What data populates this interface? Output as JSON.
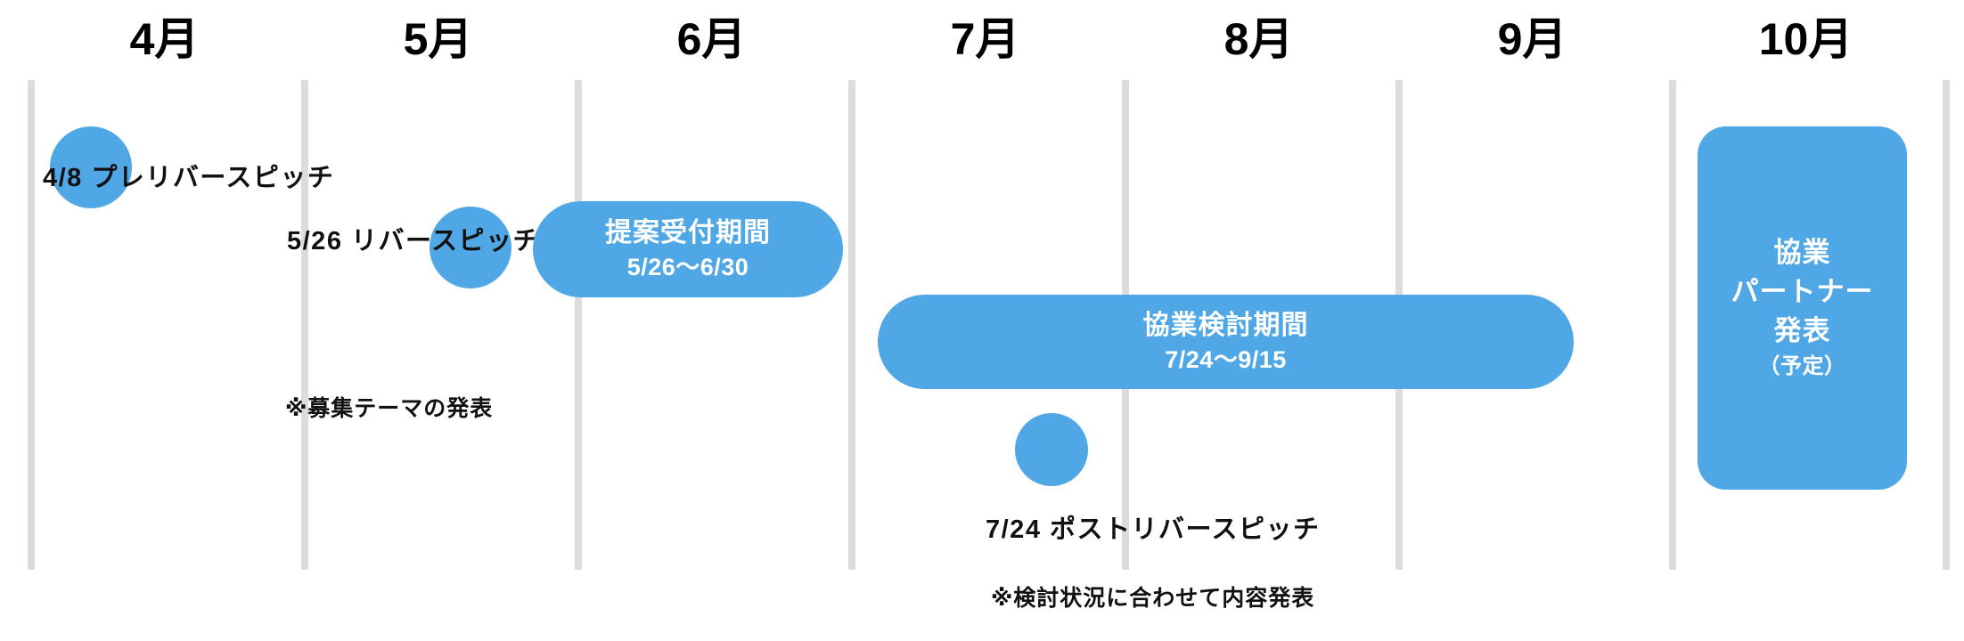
{
  "theme": {
    "accent_color": "#4FA8E5",
    "gridline_color": "#dcdcdc",
    "text_color": "#111111",
    "background_color": "#ffffff"
  },
  "timeline": {
    "months": [
      {
        "label": "4月"
      },
      {
        "label": "5月"
      },
      {
        "label": "6月"
      },
      {
        "label": "7月"
      },
      {
        "label": "8月"
      },
      {
        "label": "9月"
      },
      {
        "label": "10月"
      }
    ],
    "milestones": [
      {
        "id": "pre-reverse-pitch",
        "marker": "dot",
        "caption": "4/8 プレリバースピッチ",
        "note": ""
      },
      {
        "id": "reverse-pitch",
        "marker": "dot",
        "caption": "5/26 リバースピッチ",
        "note": "※募集テーマの発表"
      },
      {
        "id": "post-reverse-pitch",
        "marker": "dot",
        "caption": "7/24 ポストリバースピッチ",
        "note": "※検討状況に合わせて内容発表"
      }
    ],
    "periods": [
      {
        "id": "proposal-acceptance",
        "title": "提案受付期間",
        "range": "5/26〜6/30"
      },
      {
        "id": "collaboration-review",
        "title": "協業検討期間",
        "range": "7/24〜9/15"
      }
    ],
    "announcement": {
      "id": "partner-announcement",
      "line1": "協業",
      "line2": "パートナー",
      "line3": "発表",
      "sub": "（予定）"
    }
  },
  "chart_data": {
    "type": "timeline",
    "title": "",
    "xlabel": "",
    "axis_ticks": [
      "4月",
      "5月",
      "6月",
      "7月",
      "8月",
      "9月",
      "10月"
    ],
    "grid": true,
    "events": [
      {
        "name": "プレリバースピッチ",
        "date": "4/8",
        "kind": "point"
      },
      {
        "name": "リバースピッチ",
        "date": "5/26",
        "kind": "point",
        "note": "※募集テーマの発表"
      },
      {
        "name": "提案受付期間",
        "start": "5/26",
        "end": "6/30",
        "kind": "range"
      },
      {
        "name": "協業検討期間",
        "start": "7/24",
        "end": "9/15",
        "kind": "range"
      },
      {
        "name": "ポストリバースピッチ",
        "date": "7/24",
        "kind": "point",
        "note": "※検討状況に合わせて内容発表"
      },
      {
        "name": "協業パートナー発表（予定）",
        "date": "10月",
        "kind": "block"
      }
    ]
  }
}
